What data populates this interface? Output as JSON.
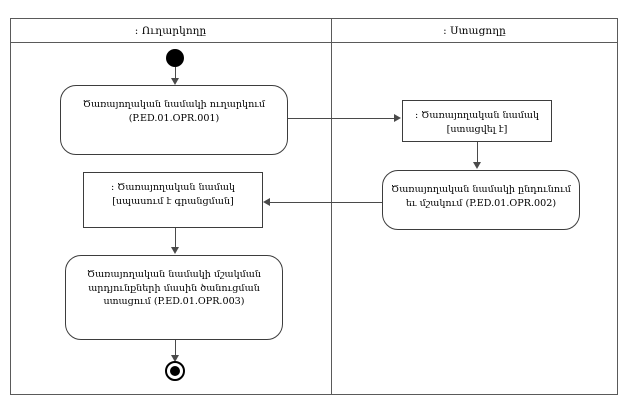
{
  "diagram": {
    "type": "uml-activity-diagram",
    "swimlanes": [
      {
        "id": "sender",
        "title": ": Ուղարկողը"
      },
      {
        "id": "receiver",
        "title": ": Ստացողը"
      }
    ],
    "nodes": {
      "start": {
        "kind": "initial-node",
        "lane": "sender"
      },
      "send_letter": {
        "kind": "activity",
        "lane": "sender",
        "lines": [
          "Ծառայողական նամակի ուղարկում",
          "(P.ED.01.OPR.001)"
        ]
      },
      "letter_received": {
        "kind": "object-node",
        "lane": "receiver",
        "lines": [
          ": Ծառայողական նամակ",
          "[ստացվել է]"
        ]
      },
      "receive_process": {
        "kind": "activity",
        "lane": "receiver",
        "lines": [
          "Ծառայողական նամակի ընդունում",
          "եւ մշակում (P.ED.01.OPR.002)"
        ]
      },
      "letter_awaiting": {
        "kind": "object-node",
        "lane": "sender",
        "lines": [
          ": Ծառայողական նամակ",
          "[սպասում է գրանցման]"
        ]
      },
      "receive_notice": {
        "kind": "activity",
        "lane": "sender",
        "lines": [
          "Ծառայողական նամակի մշակման",
          "արդյունքների մասին ծանուցման",
          "ստացում (P.ED.01.OPR.003)"
        ]
      },
      "end": {
        "kind": "final-node",
        "lane": "sender"
      }
    },
    "edges": [
      {
        "from": "start",
        "to": "send_letter",
        "direction": "down"
      },
      {
        "from": "send_letter",
        "to": "letter_received",
        "direction": "right"
      },
      {
        "from": "letter_received",
        "to": "receive_process",
        "direction": "down"
      },
      {
        "from": "receive_process",
        "to": "letter_awaiting",
        "direction": "left"
      },
      {
        "from": "letter_awaiting",
        "to": "receive_notice",
        "direction": "down"
      },
      {
        "from": "receive_notice",
        "to": "end",
        "direction": "down"
      }
    ],
    "colors": {
      "frame": "#5a5a5a",
      "node_border": "#3d3d3d",
      "edge": "#4a4a4a",
      "node_fill": "#ffffff",
      "background": "#ffffff",
      "text": "#000000"
    }
  }
}
